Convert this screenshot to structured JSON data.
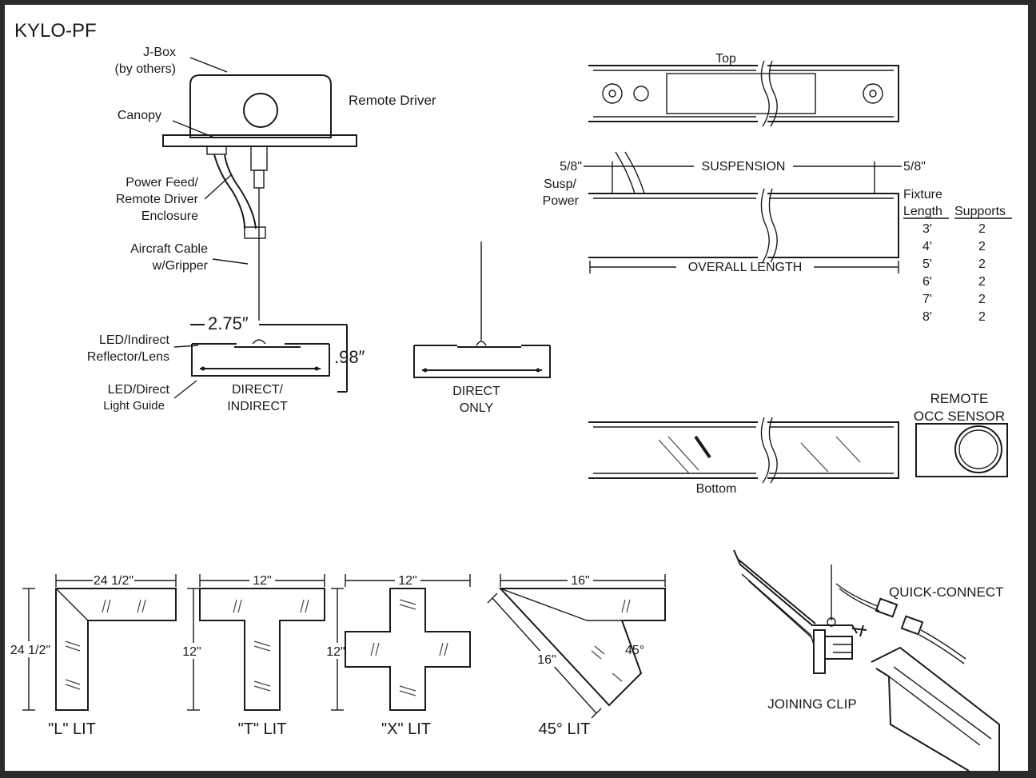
{
  "title": "KYLO-PF",
  "labels": {
    "jbox": "J-Box",
    "jbox_note": "(by others)",
    "remote_driver": "Remote Driver",
    "canopy": "Canopy",
    "power_feed_1": "Power Feed/",
    "power_feed_2": "Remote Driver",
    "power_feed_3": "Enclosure",
    "aircraft_1": "Aircraft Cable",
    "aircraft_2": "w/Gripper",
    "led_indirect_1": "LED/Indirect",
    "led_indirect_2": "Reflector/Lens",
    "led_direct_1": "LED/Direct",
    "led_direct_2": "Light Guide",
    "width_dim": "2.75″",
    "height_dim": ".98″",
    "direct_indirect_1": "DIRECT/",
    "direct_indirect_2": "INDIRECT",
    "direct_only_1": "DIRECT",
    "direct_only_2": "ONLY",
    "top": "Top",
    "bottom": "Bottom",
    "suspension": "SUSPENSION",
    "dim_left": "5/8\"",
    "dim_right": "5/8\"",
    "susp_1": "Susp/",
    "susp_2": "Power",
    "overall_length": "OVERALL LENGTH",
    "remote_1": "REMOTE",
    "remote_2": "OCC SENSOR",
    "quick_connect": "QUICK-CONNECT",
    "joining_clip": "JOINING CLIP"
  },
  "supports_table": {
    "header_1a": "Fixture",
    "header_1b": "Length",
    "header_2": "Supports",
    "rows": [
      {
        "length": "3'",
        "supports": "2"
      },
      {
        "length": "4'",
        "supports": "2"
      },
      {
        "length": "5'",
        "supports": "2"
      },
      {
        "length": "6'",
        "supports": "2"
      },
      {
        "length": "7'",
        "supports": "2"
      },
      {
        "length": "8'",
        "supports": "2"
      }
    ]
  },
  "configurations": [
    {
      "name": "\"L\" LIT",
      "width": "24 1/2\"",
      "height": "24 1/2\""
    },
    {
      "name": "\"T\" LIT",
      "width": "12\"",
      "height": "12\""
    },
    {
      "name": "\"X\" LIT",
      "width": "12\"",
      "height": "12\""
    },
    {
      "name": "45° LIT",
      "width": "16\"",
      "height": "16\"",
      "angle": "45°"
    }
  ]
}
